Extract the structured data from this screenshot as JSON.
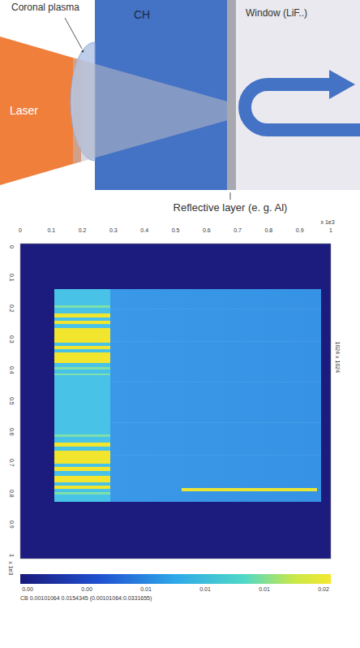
{
  "diagram": {
    "nodes": [
      {
        "text": [
          "Laser"
        ]
      },
      {
        "text": [
          "CH"
        ]
      },
      {
        "text": [
          "Window (LiF..)"
        ]
      }
    ],
    "labels": [
      "Coronal plasma",
      "Reflective layer (e. g. Al)",
      "0",
      "0.1",
      "0.2",
      "0.3",
      "0.4",
      "0.5",
      "0.6",
      "0.7",
      "0.8",
      "0.9",
      "1",
      "x 1e3",
      "0",
      "0.1",
      "0.2",
      "0.3",
      "0.4",
      "0.5",
      "0.6",
      "0.7",
      "0.8",
      "0.9",
      "1",
      "x 1e3",
      "1024 x 1024",
      "0.00",
      "0.00",
      "0.01",
      "0.01",
      "0.01",
      "0.02",
      "CB 0.00101064 0.0154345 (0.00101064:0.0331655)"
    ]
  }
}
